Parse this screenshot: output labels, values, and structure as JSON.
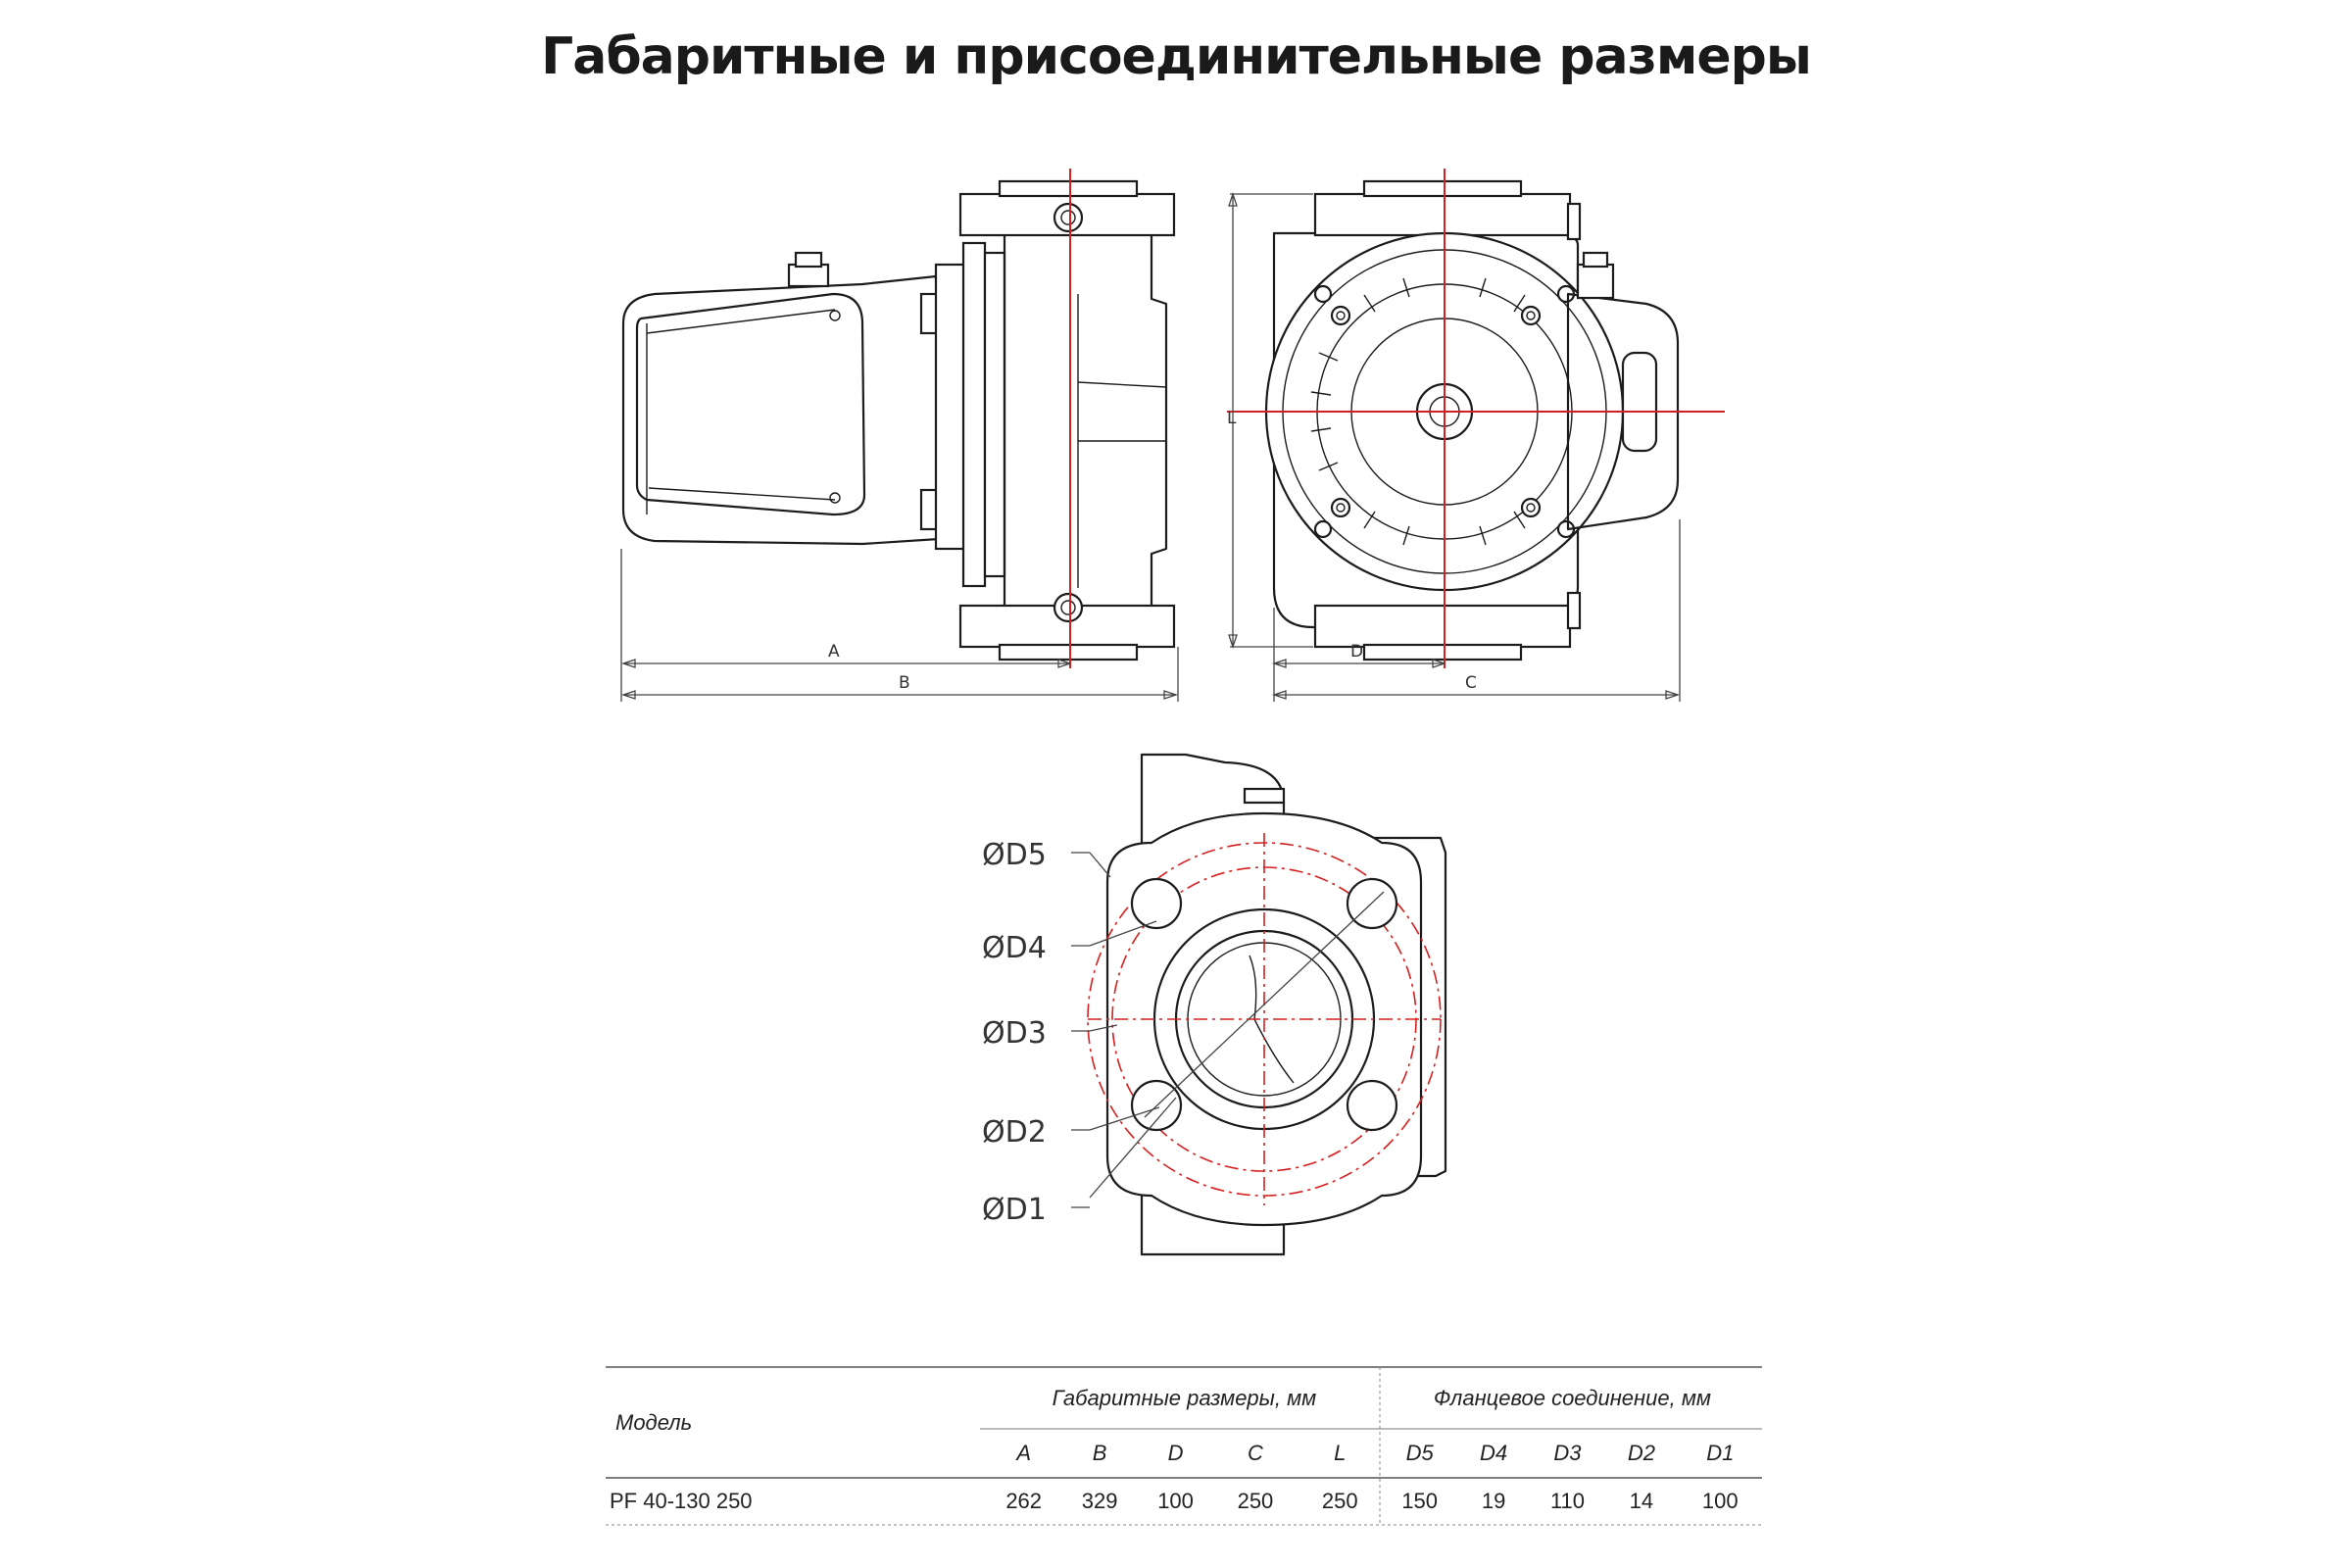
{
  "title": "Габаритные и присоединительные размеры",
  "side_view": {
    "dim_A": "A",
    "dim_B": "B"
  },
  "front_view": {
    "dim_D": "D",
    "dim_C": "C",
    "dim_L": "L"
  },
  "flange_view": {
    "callouts": [
      "ØD5",
      "ØD4",
      "ØD3",
      "ØD2",
      "ØD1"
    ]
  },
  "table": {
    "model_header": "Модель",
    "group_overall": "Габаритные размеры, мм",
    "group_flange": "Фланцевое соединение, мм",
    "overall_cols": [
      "A",
      "B",
      "D",
      "C",
      "L"
    ],
    "flange_cols": [
      "D5",
      "D4",
      "D3",
      "D2",
      "D1"
    ],
    "rows": [
      {
        "model": "PF 40-130 250",
        "overall": [
          "262",
          "329",
          "100",
          "250",
          "250"
        ],
        "flange": [
          "150",
          "19",
          "110",
          "14",
          "100"
        ]
      }
    ]
  },
  "colors": {
    "line": "#1c1c1c",
    "centerline": "#d42020"
  }
}
